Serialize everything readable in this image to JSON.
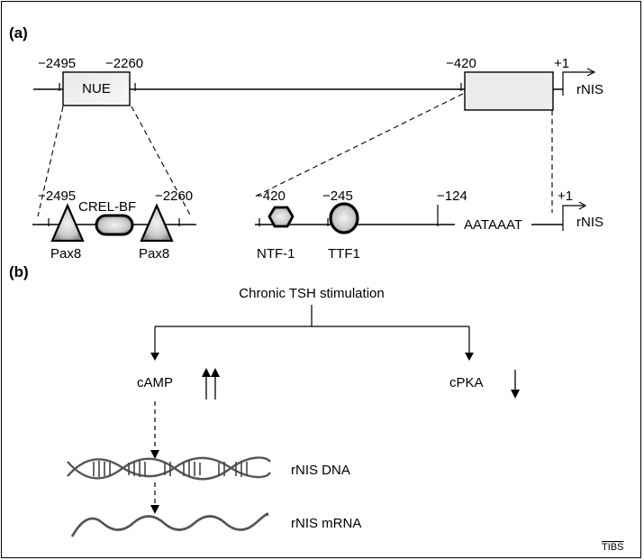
{
  "panel_a": {
    "label": "(a)",
    "top_row": {
      "pos_left_start": "−2495",
      "pos_left_end": "−2260",
      "nue_label": "NUE",
      "pos_right_start": "−420",
      "pos_right_end": "+1",
      "gene_label": "rNIS"
    },
    "bottom_row": {
      "pos_a": "−2495",
      "pos_b": "−2260",
      "crel_label": "CREL-BF",
      "pax8_left": "Pax8",
      "pax8_right": "Pax8",
      "pos_c": "−420",
      "pos_d": "−245",
      "pos_e": "−124",
      "pos_f": "+1",
      "ntf_label": "NTF-1",
      "ttf_label": "TTF1",
      "tata_label": "AATAAAT",
      "gene_label": "rNIS"
    }
  },
  "panel_b": {
    "label": "(b)",
    "stimulus": "Chronic TSH stimulation",
    "left_branch": "cAMP",
    "right_branch": "cPKA",
    "dna_label": "rNIS DNA",
    "mrna_label": "rNIS mRNA"
  },
  "footer": {
    "journal": "TIBS"
  }
}
